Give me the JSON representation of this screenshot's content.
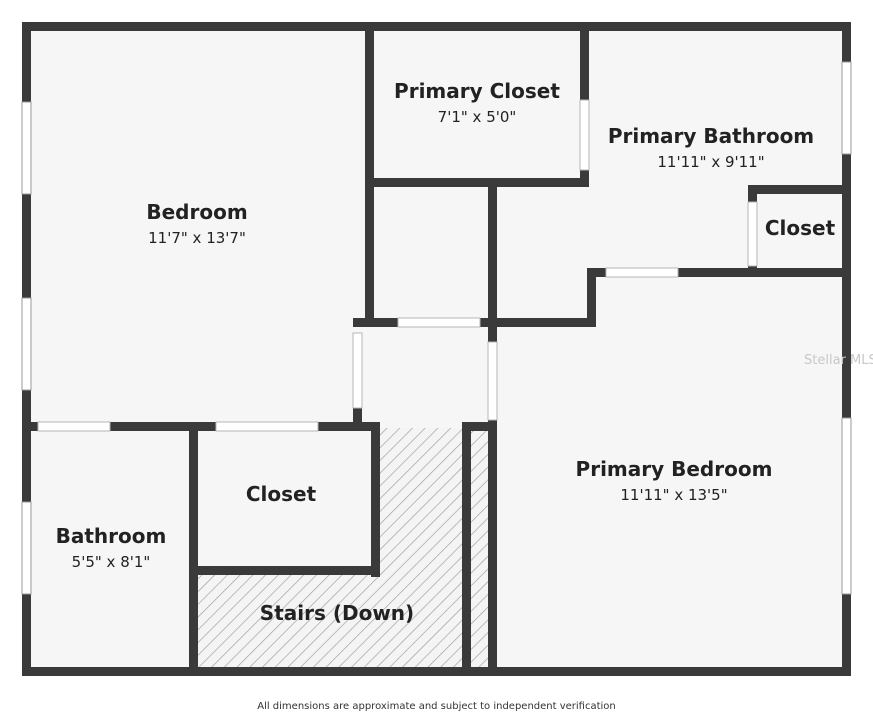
{
  "rooms": {
    "bedroom": {
      "name": "Bedroom",
      "dims": "11'7\" x 13'7\""
    },
    "primary_closet": {
      "name": "Primary Closet",
      "dims": "7'1\" x 5'0\""
    },
    "primary_bathroom": {
      "name": "Primary Bathroom",
      "dims": "11'11\" x 9'11\""
    },
    "closet_right": {
      "name": "Closet"
    },
    "primary_bedroom": {
      "name": "Primary Bedroom",
      "dims": "11'11\" x 13'5\""
    },
    "closet_center": {
      "name": "Closet"
    },
    "bathroom": {
      "name": "Bathroom",
      "dims": "5'5\" x 8'1\""
    },
    "stairs": {
      "name": "Stairs (Down)"
    }
  },
  "watermark": "Stellar MLS",
  "footer": "All dimensions are approximate and subject to independent verification"
}
